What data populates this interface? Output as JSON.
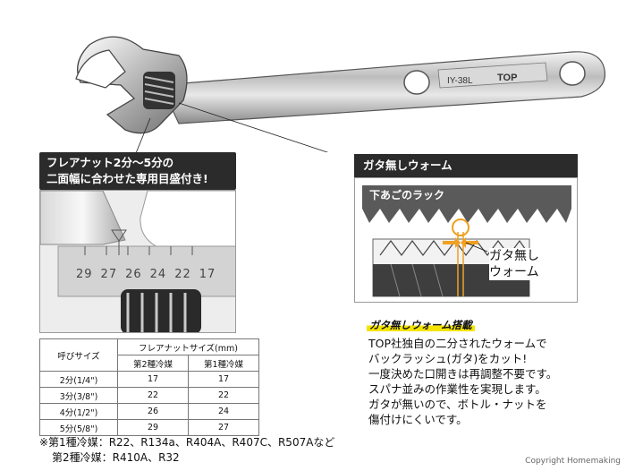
{
  "product": {
    "engraving_model": "IY-38L",
    "engraving_brand": "TOP"
  },
  "callout_left": {
    "line1": "フレアナット2分～5分の",
    "line2": "二面幅に合わせた専用目盛付き!"
  },
  "scale_marks": [
    "29",
    "27",
    "26",
    "24",
    "22",
    "17"
  ],
  "callout_right": {
    "title": "ガタ無しウォーム",
    "rack_label": "下あごのラック",
    "worm_label_line1": "ガタ無し",
    "worm_label_line2": "ウォーム"
  },
  "feature": {
    "heading": "ガタ無しウォーム搭載",
    "lines": [
      "TOP社独自の二分されたウォームで",
      "バックラッシュ(ガタ)をカット!",
      "一度決めた口開きは再調整不要です。",
      "スパナ並みの作業性を実現します。",
      "ガタが無いので、ボトル・ナットを",
      "傷付けにくいです。"
    ]
  },
  "table": {
    "col_size": "呼びサイズ",
    "col_group": "フレアナットサイズ(mm)",
    "col_type2": "第2種冷媒",
    "col_type1": "第1種冷媒",
    "rows": [
      {
        "size": "2分(1/4\")",
        "type2": "17",
        "type1": "17"
      },
      {
        "size": "3分(3/8\")",
        "type2": "22",
        "type1": "22"
      },
      {
        "size": "4分(1/2\")",
        "type2": "26",
        "type1": "24"
      },
      {
        "size": "5分(5/8\")",
        "type2": "29",
        "type1": "27"
      }
    ]
  },
  "notes": {
    "line1": "※第1種冷媒：R22、R134a、R404A、R407C、R507Aなど",
    "line2": "第2種冷媒：R410A、R32"
  },
  "copyright": "Copyright Homemaking",
  "colors": {
    "dark_label": "#2b2b2b",
    "arrow_orange": "#f0a020",
    "highlight_yellow": "#f5e400"
  }
}
